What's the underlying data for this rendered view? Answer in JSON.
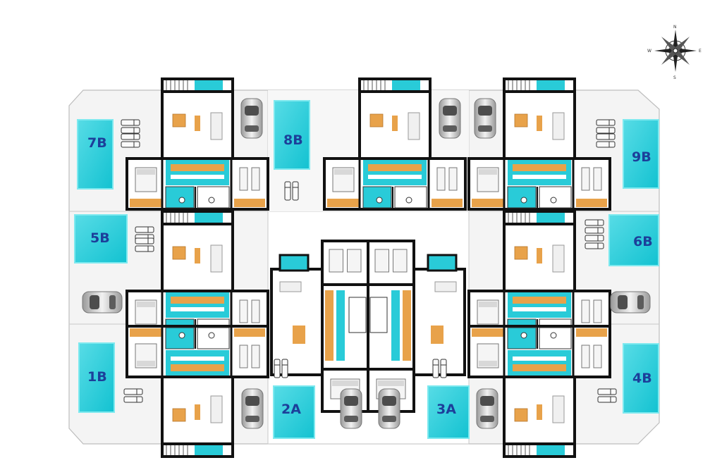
{
  "units": [
    {
      "id": "7B"
    },
    {
      "id": "8B"
    },
    {
      "id": "9B"
    },
    {
      "id": "5B"
    },
    {
      "id": "6B"
    },
    {
      "id": "1B"
    },
    {
      "id": "2A"
    },
    {
      "id": "3A"
    },
    {
      "id": "4B"
    }
  ],
  "compass": {
    "n": "N",
    "e": "E",
    "s": "S",
    "w": "W"
  },
  "colors": {
    "pool": "#1fc9d6",
    "pool_edge": "#7ee9ef",
    "label": "#1c3f9a",
    "wall": "#111111",
    "terrace": "#e7e7e7",
    "interior": "#ffffff",
    "kitchen": "#e8a24a",
    "bath": "#29cbd8"
  }
}
